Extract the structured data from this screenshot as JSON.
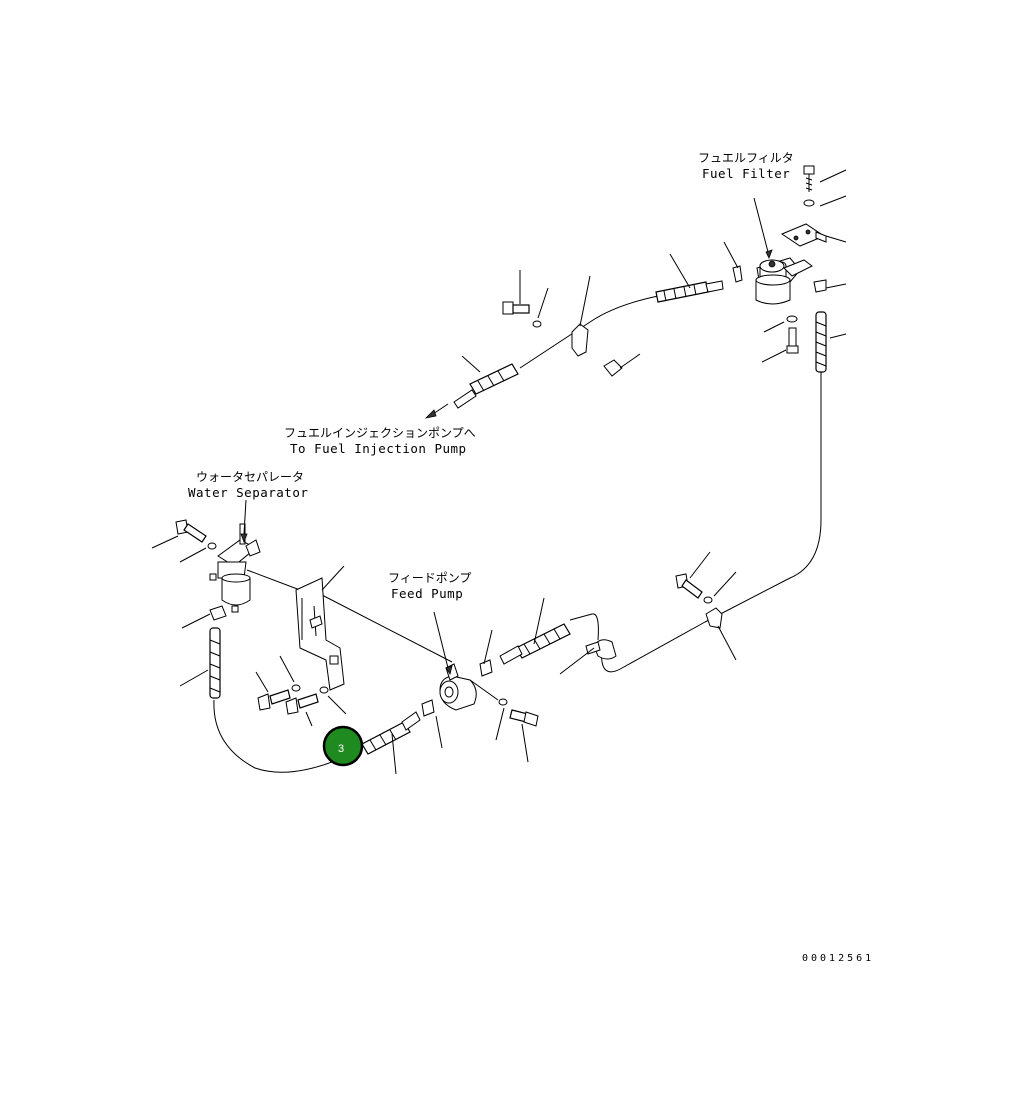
{
  "labels": {
    "fuel_filter_jp": "フュエルフィルタ",
    "fuel_filter_en": "Fuel Filter",
    "injection_pump_jp": "フュエルインジェクションポンプへ",
    "injection_pump_en": "To Fuel Injection Pump",
    "water_separator_jp": "ウォータセパレータ",
    "water_separator_en": "Water Separator",
    "feed_pump_jp": "フィードポンプ",
    "feed_pump_en": "Feed Pump"
  },
  "callout": {
    "number": "3",
    "color": "#1f8a1f"
  },
  "drawing_number": "00012561"
}
